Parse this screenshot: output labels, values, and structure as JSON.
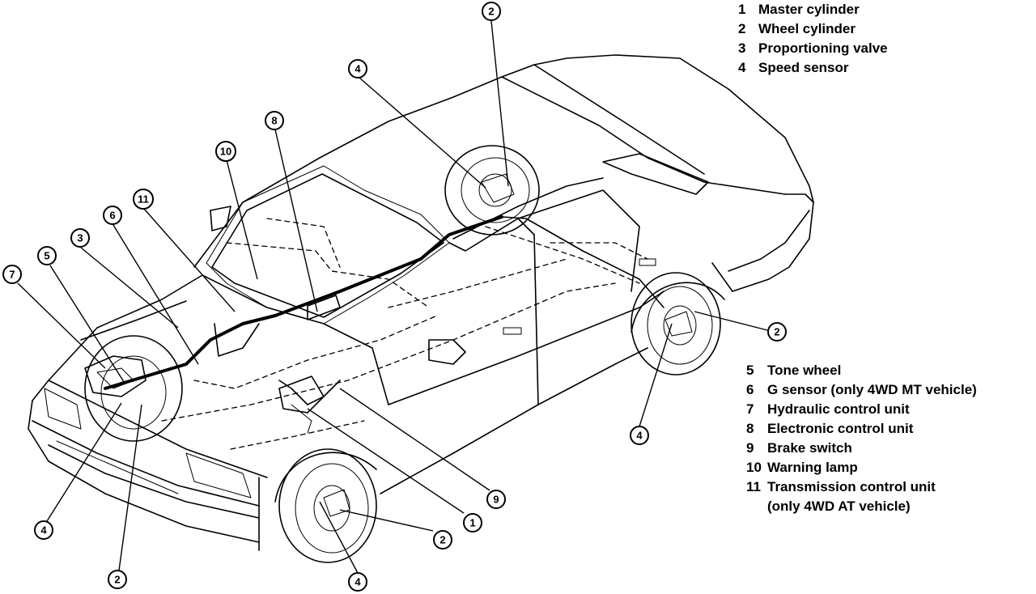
{
  "legend_top": [
    {
      "num": "1",
      "text": "Master cylinder"
    },
    {
      "num": "2",
      "text": "Wheel cylinder"
    },
    {
      "num": "3",
      "text": "Proportioning valve"
    },
    {
      "num": "4",
      "text": "Speed sensor"
    }
  ],
  "legend_bottom": [
    {
      "num": "5",
      "text": "Tone wheel"
    },
    {
      "num": "6",
      "text": "G sensor (only 4WD MT vehicle)"
    },
    {
      "num": "7",
      "text": "Hydraulic control unit"
    },
    {
      "num": "8",
      "text": "Electronic control unit"
    },
    {
      "num": "9",
      "text": "Brake switch"
    },
    {
      "num": "10",
      "text": "Warning lamp"
    },
    {
      "num": "11",
      "text": "Transmission control unit"
    }
  ],
  "legend_bottom_cont": "(only 4WD AT vehicle)",
  "callouts": {
    "c1": "1",
    "c2a": "2",
    "c2b": "2",
    "c2c": "2",
    "c2d": "2",
    "c3": "3",
    "c4a": "4",
    "c4b": "4",
    "c4c": "4",
    "c4d": "4",
    "c5": "5",
    "c6": "6",
    "c7": "7",
    "c8": "8",
    "c9": "9",
    "c10": "10",
    "c11": "11"
  }
}
